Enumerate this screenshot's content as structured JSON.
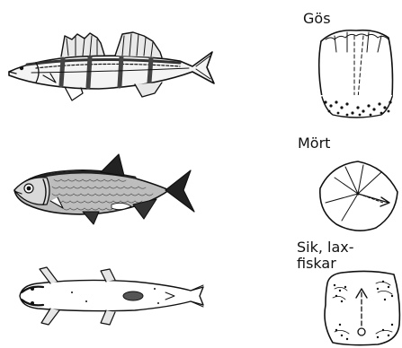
{
  "labels": {
    "gos": "Gös",
    "mort": "Mört",
    "sik_line1": "Sik, lax-",
    "sik_line2": "fiskar"
  },
  "colors": {
    "ink": "#111111",
    "background": "#ffffff"
  }
}
